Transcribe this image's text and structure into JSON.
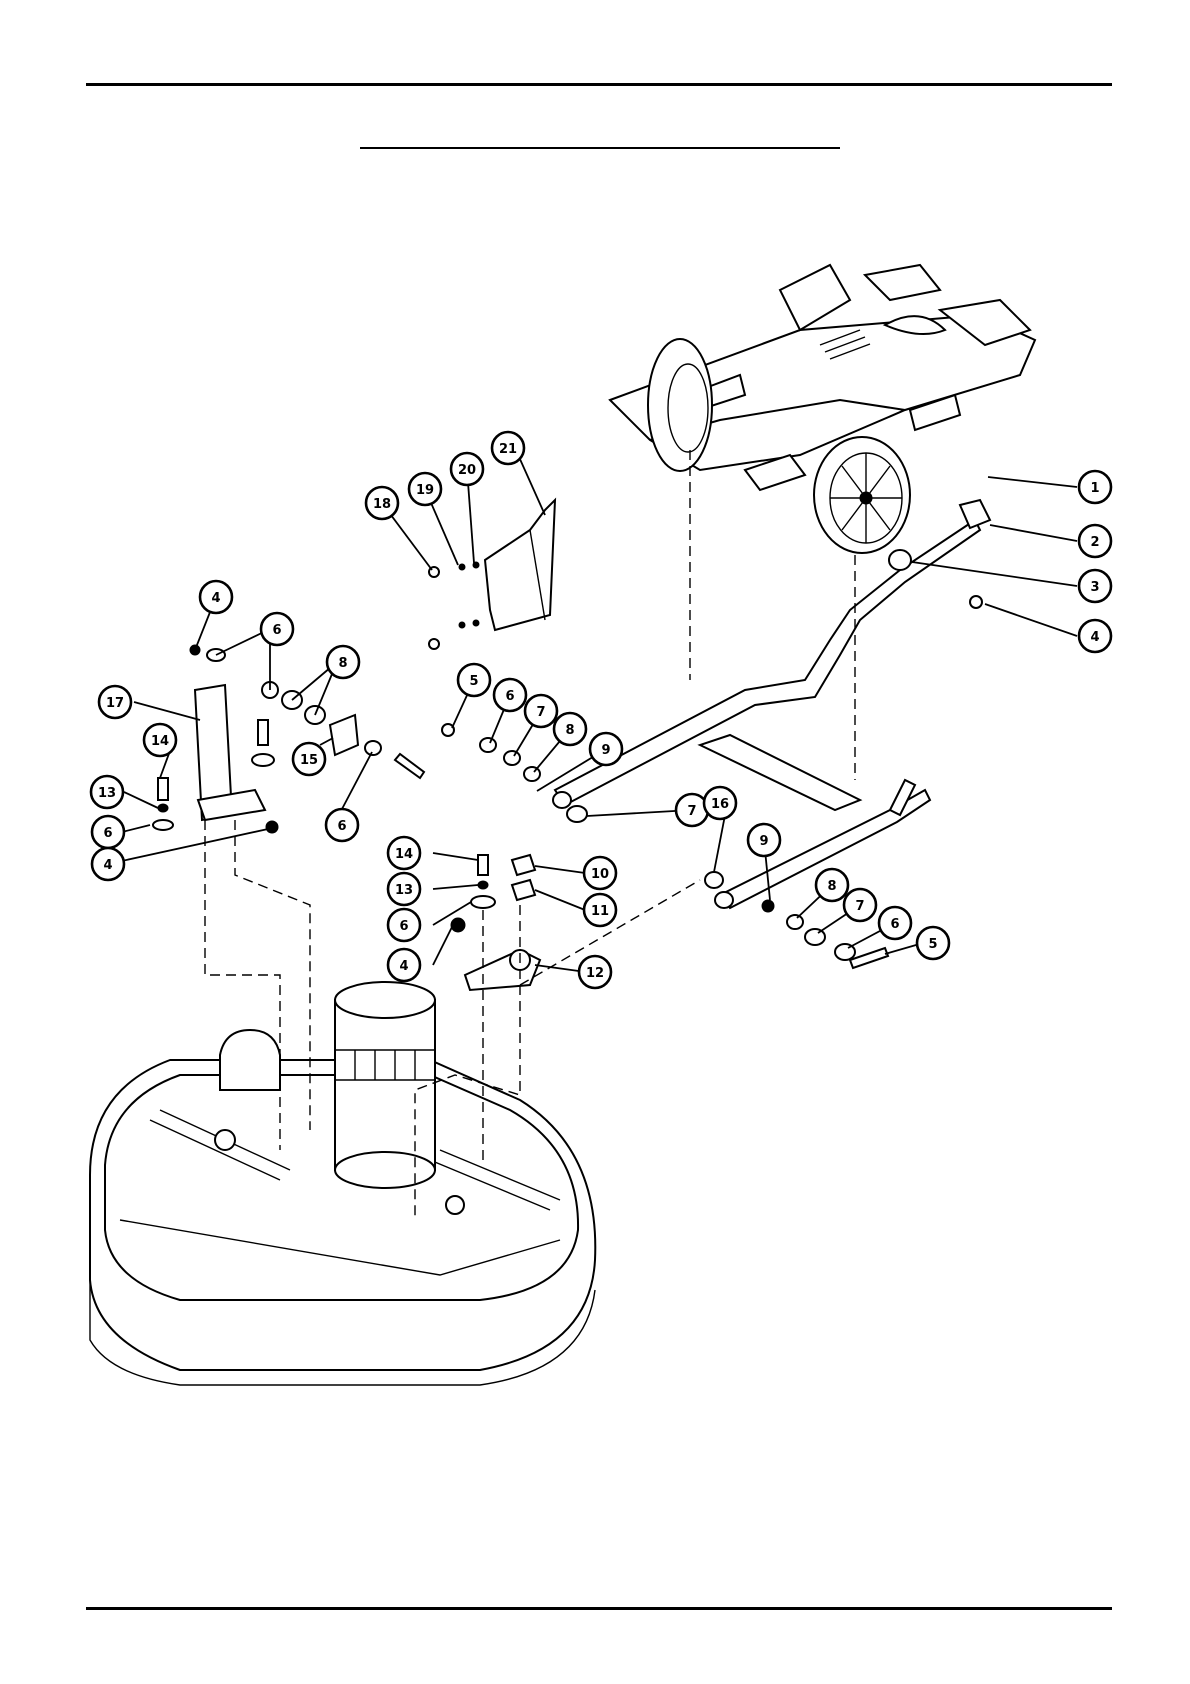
{
  "callouts": [
    {
      "label": "1"
    },
    {
      "label": "2"
    },
    {
      "label": "3"
    },
    {
      "label": "4"
    },
    {
      "label": "4"
    },
    {
      "label": "6"
    },
    {
      "label": "8"
    },
    {
      "label": "17"
    },
    {
      "label": "14"
    },
    {
      "label": "13"
    },
    {
      "label": "6"
    },
    {
      "label": "4"
    },
    {
      "label": "15"
    },
    {
      "label": "6"
    },
    {
      "label": "18"
    },
    {
      "label": "19"
    },
    {
      "label": "20"
    },
    {
      "label": "21"
    },
    {
      "label": "5"
    },
    {
      "label": "6"
    },
    {
      "label": "7"
    },
    {
      "label": "8"
    },
    {
      "label": "9"
    },
    {
      "label": "7"
    },
    {
      "label": "14"
    },
    {
      "label": "13"
    },
    {
      "label": "6"
    },
    {
      "label": "4"
    },
    {
      "label": "10"
    },
    {
      "label": "11"
    },
    {
      "label": "12"
    },
    {
      "label": "9"
    },
    {
      "label": "8"
    },
    {
      "label": "7"
    },
    {
      "label": "6"
    },
    {
      "label": "5"
    },
    {
      "label": "16"
    }
  ]
}
